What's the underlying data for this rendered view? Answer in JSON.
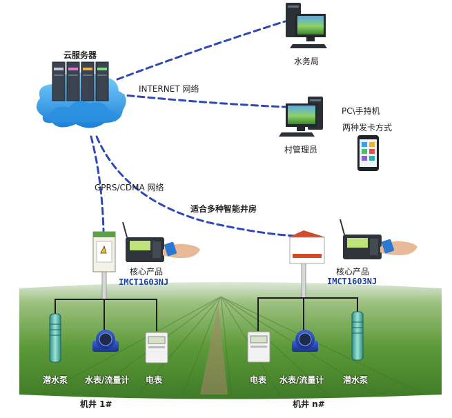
{
  "nodes": {
    "cloud_server": "云服务器",
    "water_bureau": "水务局",
    "village_admin": "村管理员",
    "pc_handheld": "PC\\手持机",
    "two_card_methods": "两种发卡方式",
    "core_product": "核心产品",
    "model": "IMCT1603NJ"
  },
  "links": {
    "internet": "INTERNET 网络",
    "gprs": "GPRS/CDMA 网络",
    "smart_well": "适合多种智能井房"
  },
  "wells": [
    {
      "title": "机井 1#",
      "devices": [
        "潜水泵",
        "水表/流量计",
        "电表"
      ]
    },
    {
      "title": "机井 n#",
      "devices": [
        "电表",
        "水表/流量计",
        "潜水泵"
      ]
    }
  ],
  "colors": {
    "link": "#2f47b8",
    "field": "#5f9a3c",
    "sky_fog": "#e4eee4"
  }
}
